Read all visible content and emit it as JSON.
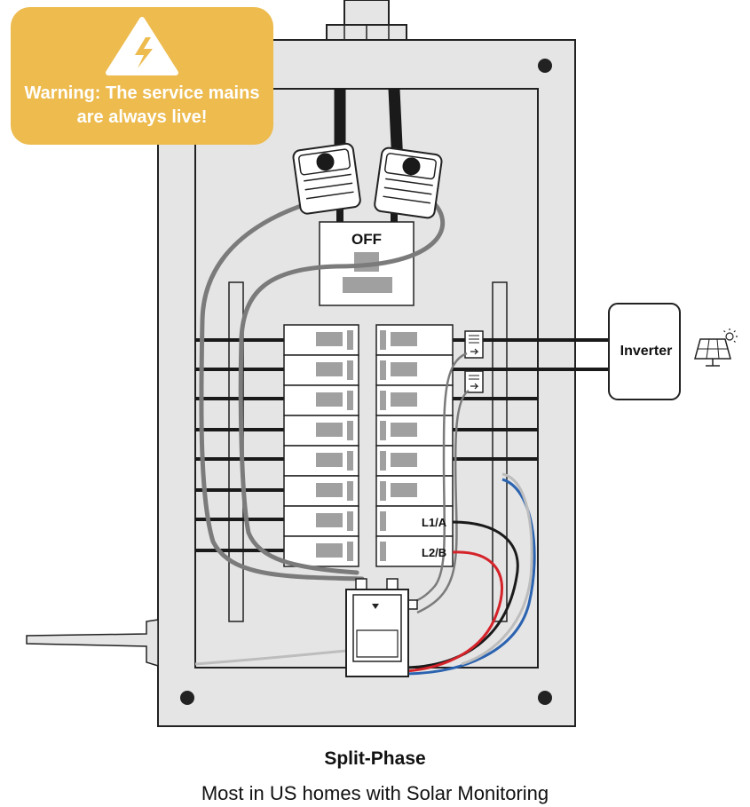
{
  "warning": {
    "icon": "high-voltage-icon",
    "text": "Warning: The service mains are always live!",
    "color": "#EDBB4E"
  },
  "main_switch": {
    "label": "OFF"
  },
  "breakers": {
    "l1_label": "L1/A",
    "l2_label": "L2/B"
  },
  "inverter": {
    "label": "Inverter",
    "icon": "solar-panel-icon"
  },
  "caption": {
    "title": "Split-Phase",
    "subtitle": "Most in US homes with Solar Monitoring"
  },
  "colors": {
    "panel": "#E5E5E5",
    "wire_gray": "#7B7B7B",
    "wire_red": "#D5232A",
    "wire_blue": "#2B63B0",
    "wire_black": "#1A1A1A"
  }
}
